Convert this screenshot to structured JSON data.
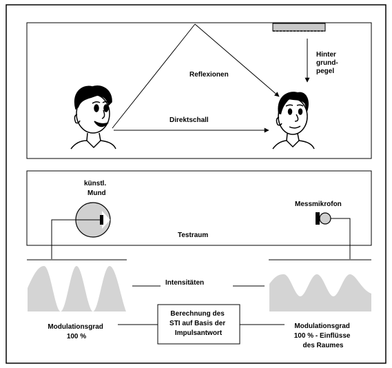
{
  "room": {
    "reflections_label": "Reflexionen",
    "direct_sound_label": "Direktschall",
    "background_noise_label_line1": "Hinter",
    "background_noise_label_line2": "grund-",
    "background_noise_label_line3": "pegel"
  },
  "test_room": {
    "mouth_label_line1": "künstl.",
    "mouth_label_line2": "Mund",
    "microphone_label": "Messmikrofon",
    "room_label": "Testraum"
  },
  "signals": {
    "intensities_label": "Intensitäten",
    "left_modulation_line1": "Modulationsgrad",
    "left_modulation_line2": "100 %",
    "right_modulation_line1": "Modulationsgrad",
    "right_modulation_line2": "100 % - Einflüsse",
    "right_modulation_line3": "des Raumes"
  },
  "computation": {
    "line1": "Berechnung des",
    "line2": "STI auf Basis der",
    "line3": "Impulsantwort"
  },
  "colors": {
    "line": "#000000",
    "wave_fill": "#d4d4d4",
    "speaker_fill": "#d0d0d0",
    "noise_fill": "#c8c8c8"
  }
}
